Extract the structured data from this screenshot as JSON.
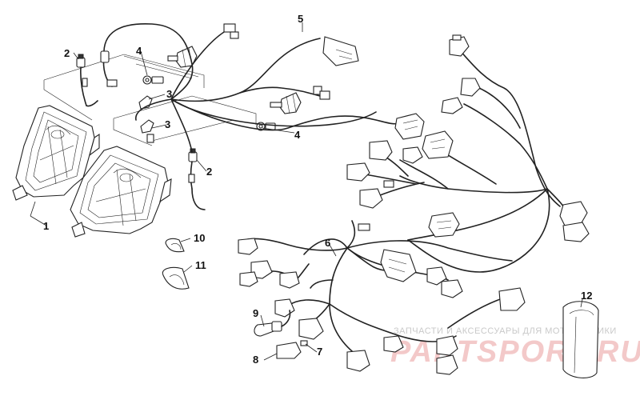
{
  "callouts": [
    {
      "id": "c1",
      "text": "1"
    },
    {
      "id": "c2a",
      "text": "2"
    },
    {
      "id": "c2b",
      "text": "2"
    },
    {
      "id": "c3a",
      "text": "3"
    },
    {
      "id": "c3b",
      "text": "3"
    },
    {
      "id": "c4a",
      "text": "4"
    },
    {
      "id": "c4b",
      "text": "4"
    },
    {
      "id": "c5",
      "text": "5"
    },
    {
      "id": "c6",
      "text": "6"
    },
    {
      "id": "c7",
      "text": "7"
    },
    {
      "id": "c8",
      "text": "8"
    },
    {
      "id": "c9",
      "text": "9"
    },
    {
      "id": "c10",
      "text": "10"
    },
    {
      "id": "c11",
      "text": "11"
    },
    {
      "id": "c12",
      "text": "12"
    }
  ],
  "watermark": {
    "tagline": "ЗАПЧАСТИ И АКСЕССУАРЫ ДЛЯ МОТОТЕХНИКИ",
    "logo": "PARTSPORT.RU",
    "color": "#e8a0a0"
  },
  "colors": {
    "line": "#222222",
    "background": "#ffffff"
  }
}
